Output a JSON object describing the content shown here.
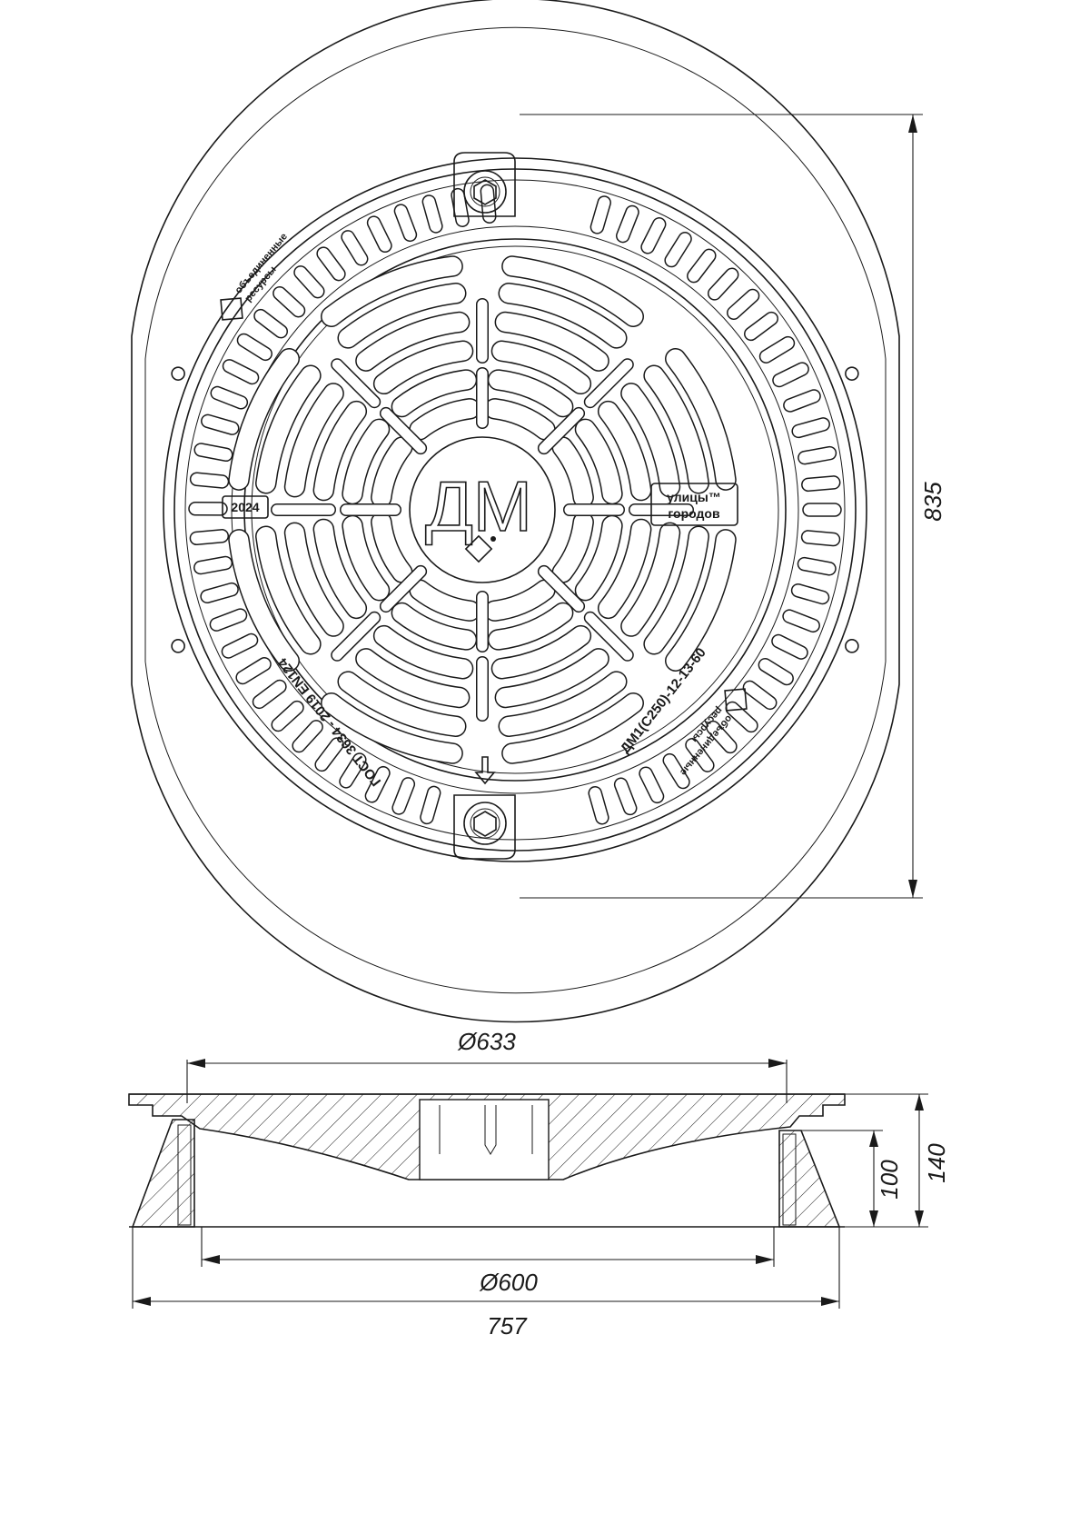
{
  "plan_view": {
    "center_logo": "ДМ",
    "year_mark": "2024",
    "brand_top": "улицы™",
    "brand_bottom": "городов",
    "maker_left_1": "объединенные",
    "maker_left_2": "ресурсы",
    "maker_right_1": "объединенные",
    "maker_right_2": "ресурсы",
    "standard_mark": "ГОСТ 3634 - 2019 EN124",
    "model_mark": "ДМ1(С250)-12-13-60",
    "height_dimension": "835"
  },
  "section_view": {
    "cover_diameter": "Ø633",
    "opening_diameter": "Ø600",
    "base_width": "757",
    "total_height": "140",
    "frame_height": "100"
  },
  "colors": {
    "line": "#1a1a1a",
    "background": "#ffffff"
  }
}
